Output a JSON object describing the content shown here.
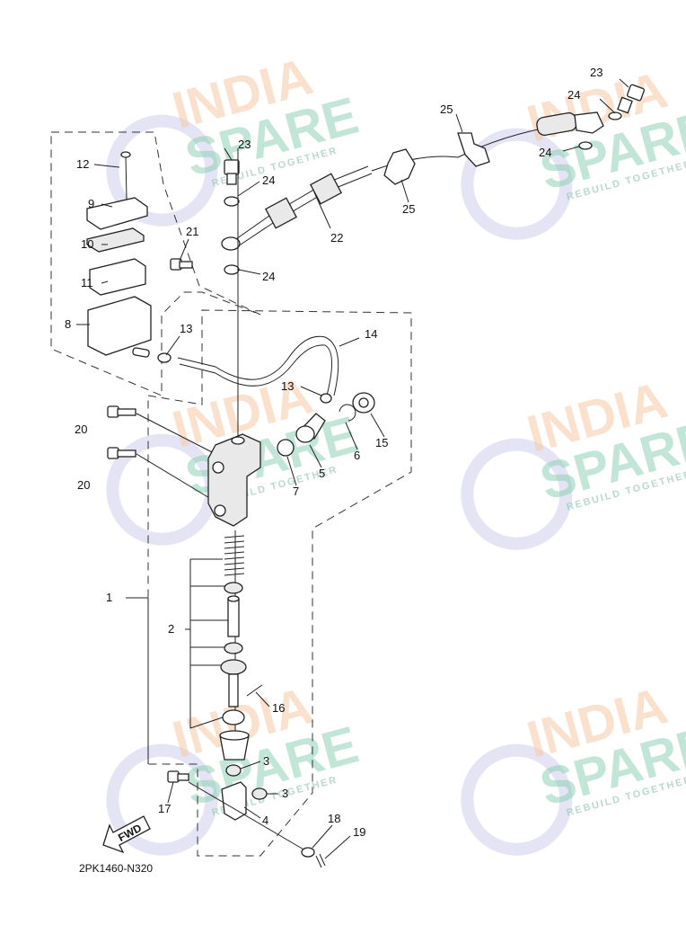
{
  "diagram_code": "2PK1460-N320",
  "fwd_label": "FWD",
  "watermark": {
    "line1": "INDIA",
    "line2": "SPARE",
    "tagline": "REBUILD TOGETHER",
    "colors": {
      "india": "#f6c9a6",
      "spare": "#8fd1b5",
      "logo": "#d4d2ee"
    }
  },
  "callouts": {
    "c1": "1",
    "c2": "2",
    "c3a": "3",
    "c3b": "3",
    "c4": "4",
    "c5": "5",
    "c6": "6",
    "c7": "7",
    "c8": "8",
    "c9": "9",
    "c10": "10",
    "c11": "11",
    "c12": "12",
    "c13a": "13",
    "c13b": "13",
    "c14": "14",
    "c15": "15",
    "c16": "16",
    "c17": "17",
    "c18": "18",
    "c19": "19",
    "c20a": "20",
    "c20b": "20",
    "c21": "21",
    "c22": "22",
    "c23a": "23",
    "c23b": "23",
    "c24a": "24",
    "c24b": "24",
    "c24c": "24",
    "c24d": "24",
    "c25a": "25",
    "c25b": "25"
  }
}
